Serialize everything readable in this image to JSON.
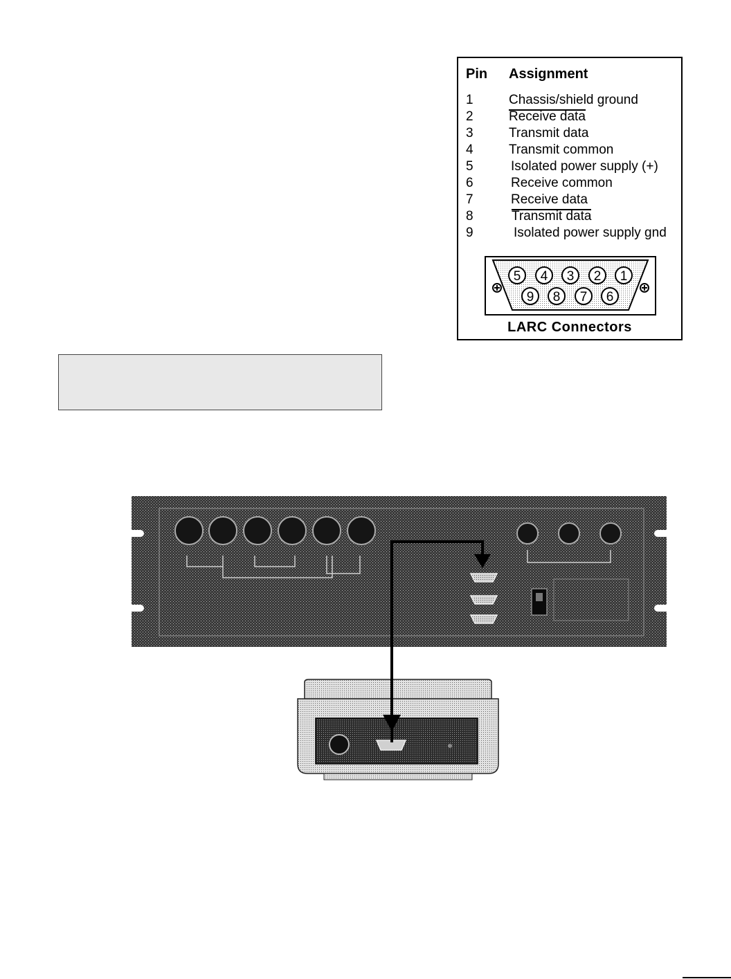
{
  "pin_table": {
    "header": {
      "pin": "Pin",
      "assignment": "Assignment"
    },
    "rows": [
      {
        "pin": "1",
        "assignment": "Chassis/shield ground",
        "overbar": false
      },
      {
        "pin": "2",
        "assignment": "Receive data",
        "overbar": true
      },
      {
        "pin": "3",
        "assignment": "Transmit data",
        "overbar": false
      },
      {
        "pin": "4",
        "assignment": "Transmit common",
        "overbar": false
      },
      {
        "pin": "5",
        "assignment": "Isolated power supply (+)",
        "overbar": false
      },
      {
        "pin": "6",
        "assignment": "Receive common",
        "overbar": false
      },
      {
        "pin": "7",
        "assignment": "Receive data",
        "overbar": false
      },
      {
        "pin": "8",
        "assignment": "Transmit data",
        "overbar": true
      },
      {
        "pin": "9",
        "assignment": "Isolated power supply gnd",
        "overbar": false
      }
    ],
    "connector_pins_top": [
      "5",
      "4",
      "3",
      "2",
      "1"
    ],
    "connector_pins_bottom": [
      "9",
      "8",
      "7",
      "6"
    ],
    "connector_title": "LARC Connectors"
  },
  "colors": {
    "hatch_dark": "#3a3a3a",
    "note_bg": "#e8e8e8"
  }
}
